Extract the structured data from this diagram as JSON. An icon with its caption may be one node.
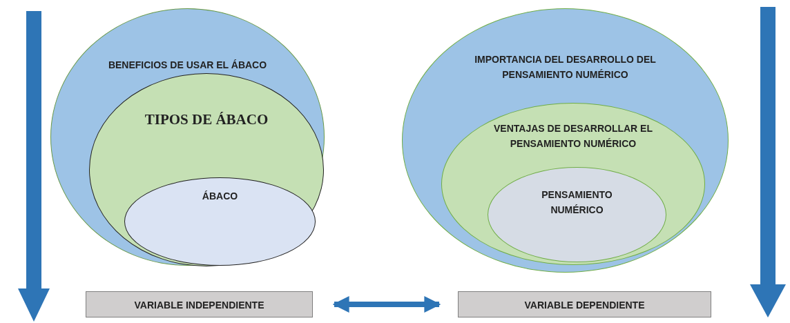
{
  "diagram": {
    "nodes": [
      {
        "text": [
          "BENEFICIOS DE USAR EL ÁBACO"
        ]
      },
      {
        "text": [
          "TIPOS DE ÁBACO"
        ],
        "in": 0
      },
      {
        "text": [
          "ÁBACO"
        ],
        "in": 1
      },
      {
        "text": [
          "IMPORTANCIA DEL DESARROLLO DEL PENSAMIENTO NUMÉRICO"
        ]
      },
      {
        "text": [
          "VENTAJAS DE DESARROLLAR EL PENSAMIENTO NUMÉRICO"
        ],
        "in": 3
      },
      {
        "text": [
          "PENSAMIENTO NUMÉRICO"
        ],
        "in": 4
      },
      {
        "text": [
          "VARIABLE INDEPENDIENTE"
        ]
      },
      {
        "text": [
          "VARIABLE DEPENDIENTE"
        ]
      }
    ],
    "edges": [
      {
        "from": 6,
        "to": 7,
        "arrow": "both"
      }
    ]
  }
}
